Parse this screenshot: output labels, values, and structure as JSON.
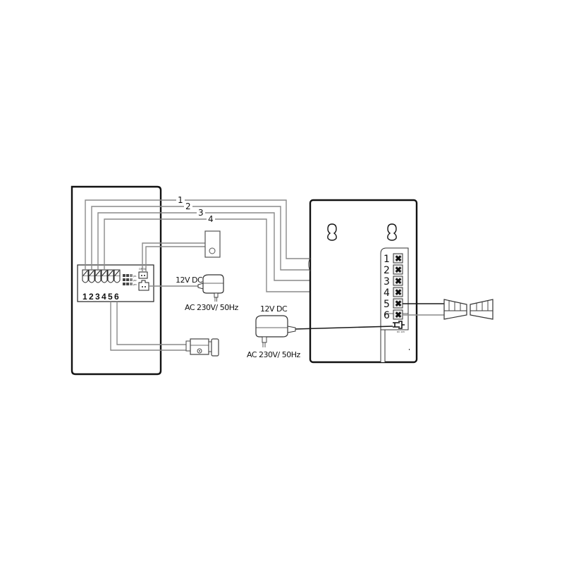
{
  "diagram": {
    "type": "wiring-diagram",
    "wire_labels": [
      "1",
      "2",
      "3",
      "4"
    ],
    "outdoor_unit": {
      "terminal_numbers": [
        "1",
        "2",
        "3",
        "4",
        "5",
        "6"
      ],
      "jumper_labels": [
        "JP1",
        "JP2",
        "JP3"
      ],
      "open_label": "OPEN"
    },
    "indoor_unit": {
      "terminal_numbers": [
        "1",
        "2",
        "3",
        "4",
        "5",
        "6"
      ],
      "power_jack_label": "DC 12V"
    },
    "power_adapter_left": {
      "output_label": "12V DC",
      "input_label": "AC 230V/ 50Hz"
    },
    "power_adapter_right": {
      "output_label": "12V DC",
      "input_label": "AC 230V/ 50Hz"
    },
    "components": [
      "outdoor-panel",
      "exit-button",
      "power-adapter",
      "electric-lock",
      "indoor-monitor",
      "power-adapter",
      "door-bell-chime"
    ],
    "colors": {
      "wire": "#8a8a8a",
      "frame": "#111111",
      "background": "#ffffff"
    }
  }
}
